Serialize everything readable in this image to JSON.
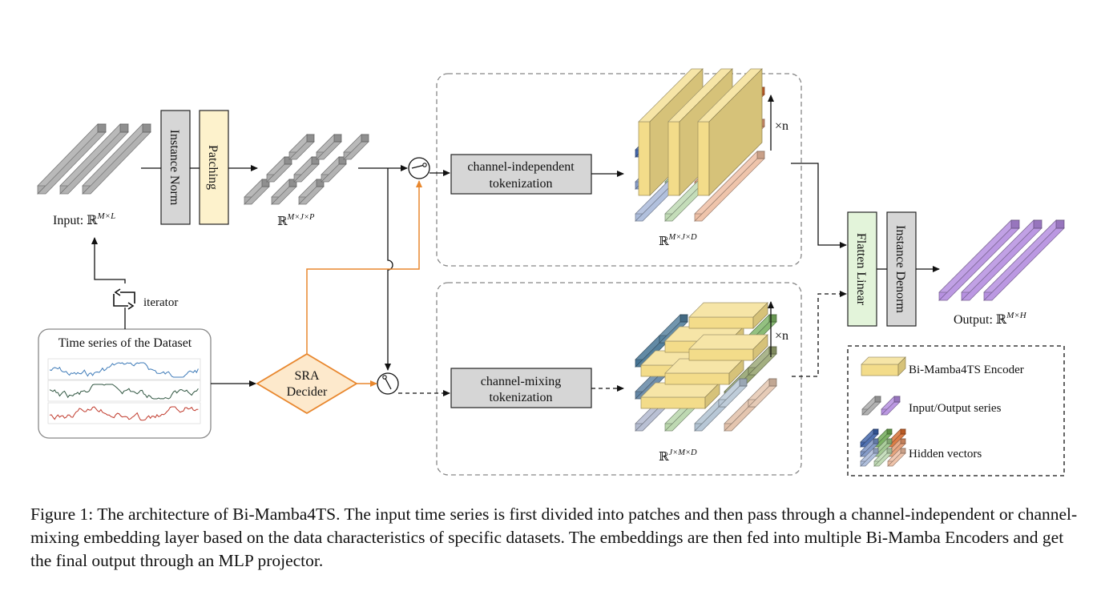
{
  "diagram": {
    "input_label": "Input: ℝ",
    "input_sup": "M×L",
    "instance_norm": "Instance Norm",
    "patching": "Patching",
    "patch_shape_base": "ℝ",
    "patch_shape_sup": "M×J×P",
    "iterator": "iterator",
    "dataset_title": "Time series of the Dataset",
    "sra_line1": "SRA",
    "sra_line2": "Decider",
    "ci_line1": "channel-independent",
    "ci_line2": "tokenization",
    "cm_line1": "channel-mixing",
    "cm_line2": "tokenization",
    "ci_shape_base": "ℝ",
    "ci_shape_sup": "M×J×D",
    "cm_shape_base": "ℝ",
    "cm_shape_sup": "J×M×D",
    "times_n": "×n",
    "flatten_linear": "Flatten Linear",
    "instance_denorm": "Instance Denorm",
    "output_label": "Output: ℝ",
    "output_sup": "M×H",
    "legend": {
      "encoder": "Bi-Mamba4TS Encoder",
      "series": "Input/Output series",
      "hidden": "Hidden vectors"
    }
  },
  "colors": {
    "grey_box": "#d6d6d6",
    "patching_box": "#fdf2cc",
    "flatten_box": "#e3f4da",
    "orange": "#e8872e",
    "encoder": "#f3dc8a",
    "blue": "#3a5fa8",
    "green": "#6aa84f",
    "red": "#d86a2c",
    "purple": "#b28ade",
    "series_blue": "#3d7ab8",
    "series_green": "#2f5540",
    "series_red": "#c0392b"
  },
  "caption": "Figure 1: The architecture of Bi-Mamba4TS. The input time series is first divided into patches and then pass through a channel-independent or channel-mixing embedding layer based on the data characteristics of specific datasets. The embeddings are then fed into multiple Bi-Mamba Encoders and get the final output through an MLP projector."
}
